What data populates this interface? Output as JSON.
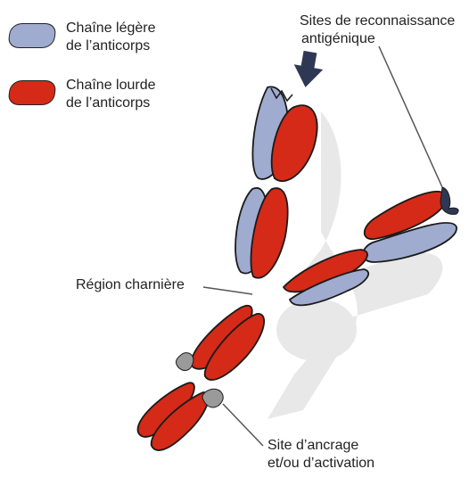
{
  "legend": {
    "light_chain": {
      "label_line1": "Chaîne légère",
      "label_line2": "de l’anticorps",
      "color": "#9fabcf"
    },
    "heavy_chain": {
      "label_line1": "Chaîne lourde",
      "label_line2": "de l’anticorps",
      "color": "#d42a17"
    }
  },
  "labels": {
    "antigen_sites_line1": "Sites de reconnaissance",
    "antigen_sites_line2": "antigénique",
    "hinge_region": "Région charnière",
    "anchor_site_line1": "Site d’ancrage",
    "anchor_site_line2": "et/ou d’activation"
  },
  "colors": {
    "outline": "#1a1a1a",
    "arrow": "#2e3854",
    "antigen_mark": "#2e3854",
    "anchor_mark": "#9a9a9a",
    "shadow": "#e2e2e2"
  }
}
